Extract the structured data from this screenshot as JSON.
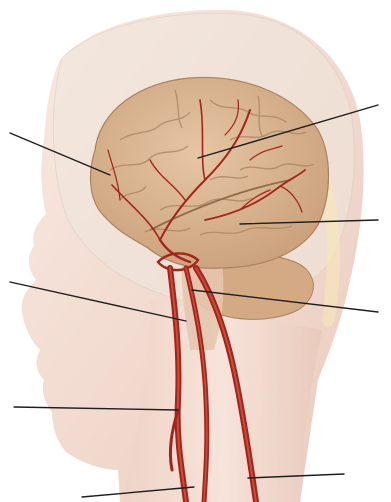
{
  "figure": {
    "subject": "head-brain-arteries-illustration",
    "colors": {
      "background": "#ffffff",
      "skin": "#f3d8cc",
      "skin_shadow": "#e2b9a9",
      "skull": "#ece4da",
      "brain": "#d9b48f",
      "brain_fold": "#b8906c",
      "cerebellum": "#d6ad87",
      "brainstem": "#e6ccb6",
      "artery": "#a5241a",
      "artery_highlight": "#cc4a3c",
      "leader_line": "#1e1e1e"
    },
    "leader_lines": [
      {
        "id": "upper-left",
        "label": ""
      },
      {
        "id": "upper-right",
        "label": ""
      },
      {
        "id": "middle-right",
        "label": ""
      },
      {
        "id": "middle-left",
        "label": ""
      },
      {
        "id": "lower-right",
        "label": ""
      },
      {
        "id": "lower-left",
        "label": ""
      },
      {
        "id": "bottom-right",
        "label": ""
      },
      {
        "id": "bottom-left",
        "label": ""
      }
    ]
  }
}
